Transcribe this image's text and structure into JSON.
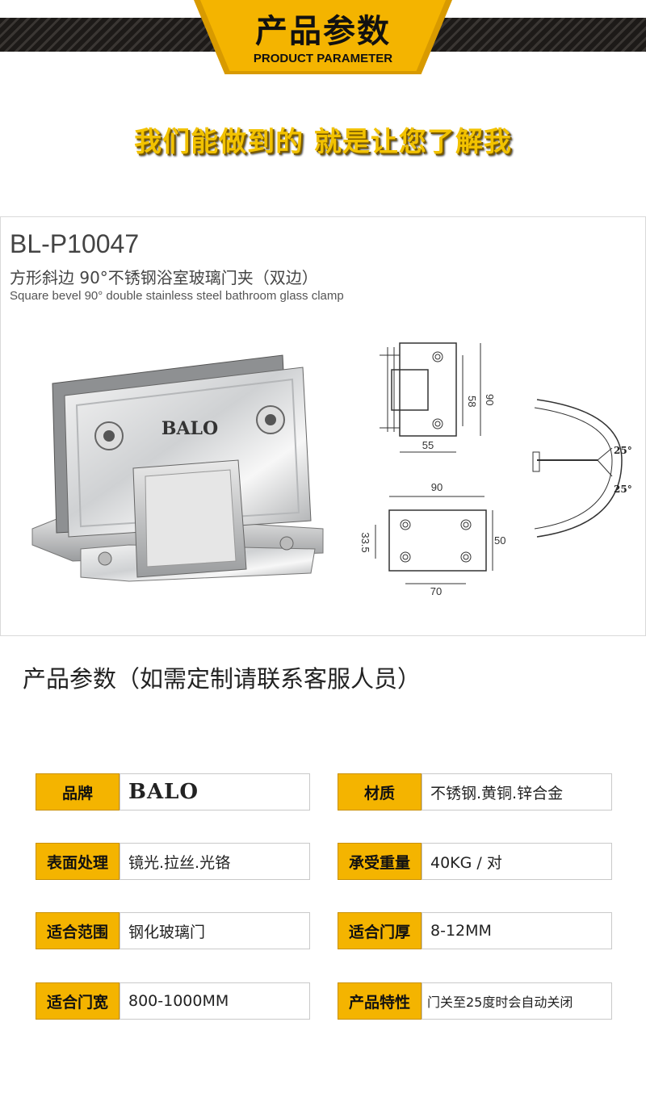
{
  "banner": {
    "title": "产品参数",
    "subtitle": "PRODUCT PARAMETER"
  },
  "slogan": "我们能做到的 就是让您了解我",
  "product": {
    "model": "BL-P10047",
    "name_cn": "方形斜边 90°不锈钢浴室玻璃门夹（双边）",
    "name_en": "Square bevel 90° double stainless steel bathroom glass clamp",
    "brand_mark": "BALO"
  },
  "dimensions": {
    "side_width": "55",
    "side_inner_height": "58",
    "side_height": "90",
    "plate_width": "90",
    "plate_height": "50",
    "plate_hole_width": "70",
    "plate_hole_height": "33.5",
    "angle_top": "25°",
    "angle_bottom": "25°"
  },
  "params_title": "产品参数（如需定制请联系客服人员）",
  "params": [
    {
      "label": "品牌",
      "value": "BALO",
      "logo": true
    },
    {
      "label": "材质",
      "value": "不锈钢.黄铜.锌合金"
    },
    {
      "label": "表面处理",
      "value": "镜光.拉丝.光铬"
    },
    {
      "label": "承受重量",
      "value": "40KG / 对"
    },
    {
      "label": "适合范围",
      "value": "钢化玻璃门"
    },
    {
      "label": "适合门厚",
      "value": "8-12MM"
    },
    {
      "label": "适合门宽",
      "value": "800-1000MM"
    },
    {
      "label": "产品特性",
      "value": "门关至25度时会自动关闭",
      "small": true
    }
  ],
  "colors": {
    "accent": "#f4b400",
    "stripe": "#1d1a18",
    "slogan": "#f2c200"
  }
}
